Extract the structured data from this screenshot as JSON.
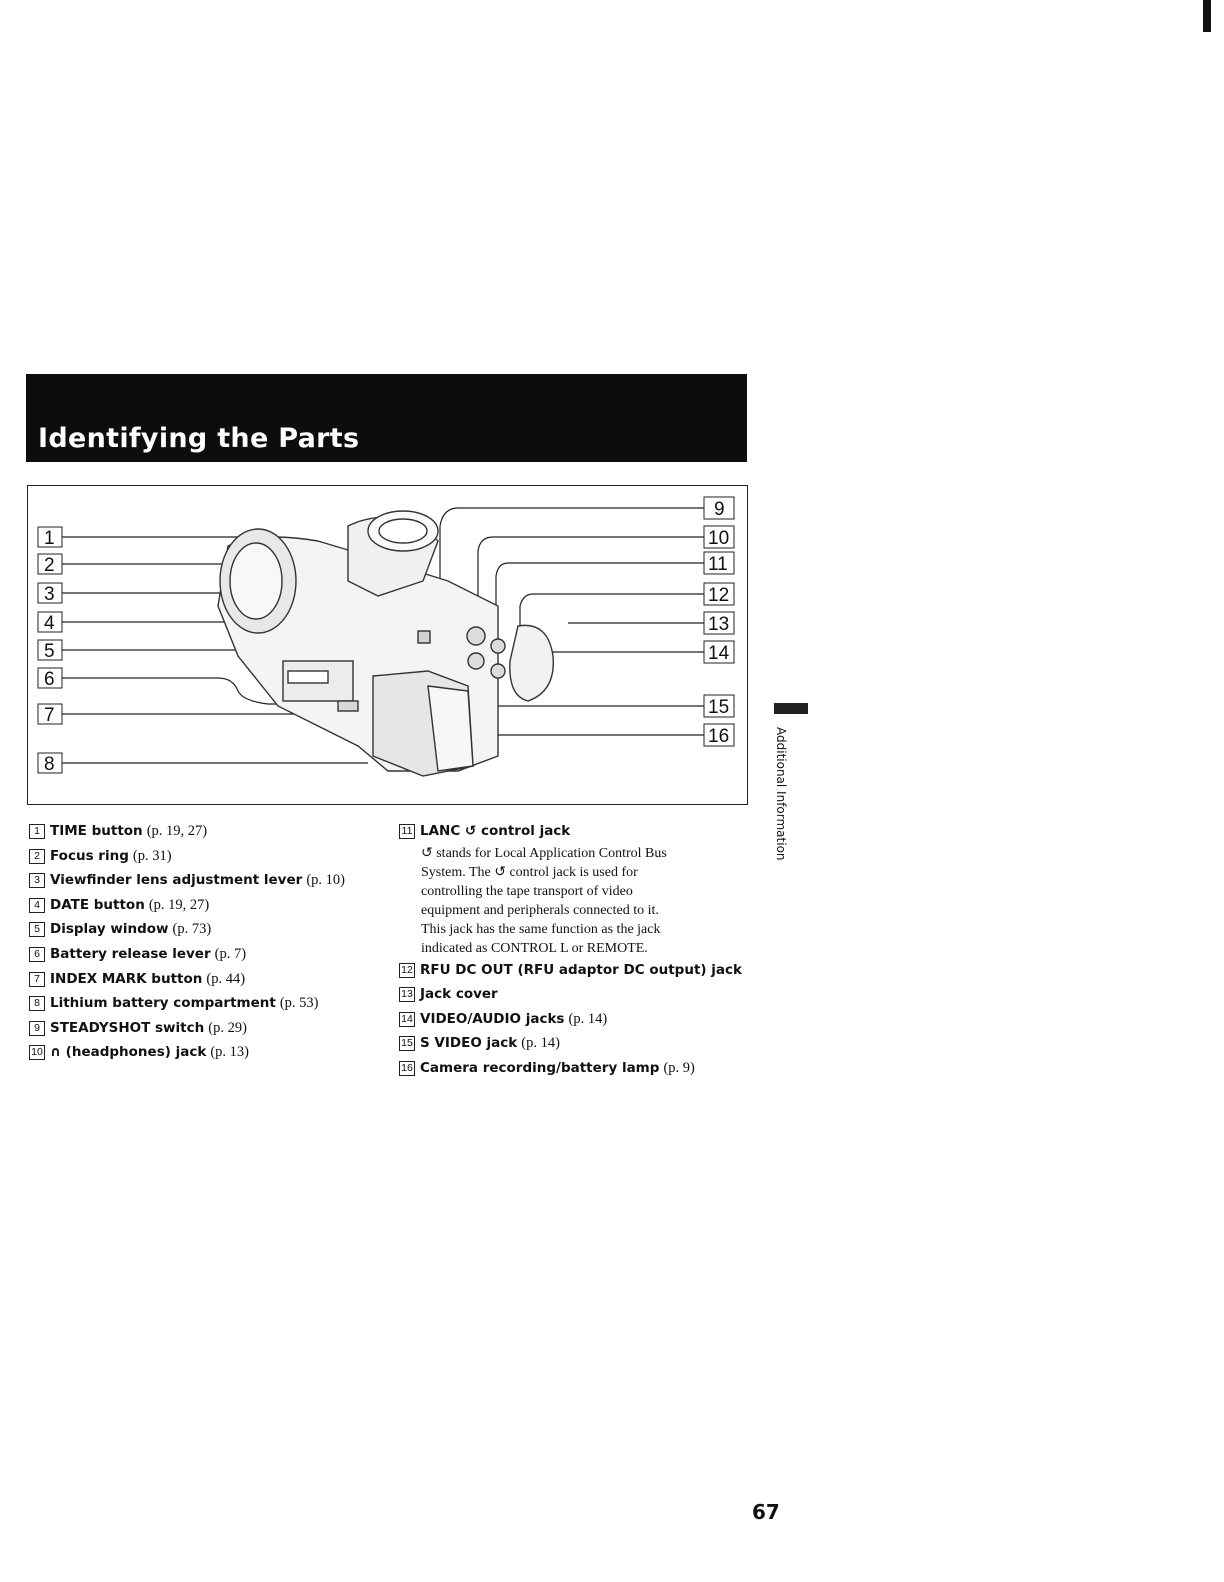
{
  "page": {
    "section_title": "Identifying the Parts",
    "side_tab_label": "Additional Information",
    "page_number": "67"
  },
  "figure": {
    "callouts_left": [
      "1",
      "2",
      "3",
      "4",
      "5",
      "6",
      "7",
      "8"
    ],
    "callouts_right": [
      "9",
      "10",
      "11",
      "12",
      "13",
      "14",
      "15",
      "16"
    ]
  },
  "legend_left": [
    {
      "num": "1",
      "name": "TIME button",
      "ref": "(p. 19, 27)"
    },
    {
      "num": "2",
      "name": "Focus ring",
      "ref": "(p. 31)"
    },
    {
      "num": "3",
      "name": "Viewfinder lens adjustment lever",
      "ref": "(p. 10)"
    },
    {
      "num": "4",
      "name": "DATE button",
      "ref": "(p. 19, 27)"
    },
    {
      "num": "5",
      "name": "Display window",
      "ref": "(p. 73)"
    },
    {
      "num": "6",
      "name": "Battery release lever",
      "ref": "(p. 7)"
    },
    {
      "num": "7",
      "name": "INDEX MARK button",
      "ref": "(p. 44)"
    },
    {
      "num": "8",
      "name": "Lithium battery compartment",
      "ref": "(p. 53)"
    },
    {
      "num": "9",
      "name": "STEADYSHOT switch",
      "ref": "(p. 29)"
    },
    {
      "num": "10",
      "name": "∩ (headphones) jack",
      "ref": "(p. 13)"
    }
  ],
  "legend_right": {
    "lanc": {
      "num": "11",
      "name": "LANC ↺ control jack"
    },
    "lanc_description": [
      "↺ stands for Local Application Control Bus",
      "System. The ↺ control jack is used for",
      "controlling the tape transport of video",
      "equipment and peripherals connected to it.",
      "This jack has the same function as the jack",
      "indicated as CONTROL L or REMOTE."
    ],
    "items": [
      {
        "num": "12",
        "name": "RFU DC OUT (RFU adaptor DC output) jack",
        "ref": ""
      },
      {
        "num": "13",
        "name": "Jack cover",
        "ref": ""
      },
      {
        "num": "14",
        "name": "VIDEO/AUDIO jacks",
        "ref": "(p. 14)"
      },
      {
        "num": "15",
        "name": "S VIDEO jack",
        "ref": "(p. 14)"
      },
      {
        "num": "16",
        "name": "Camera recording/battery lamp",
        "ref": "(p. 9)"
      }
    ]
  }
}
